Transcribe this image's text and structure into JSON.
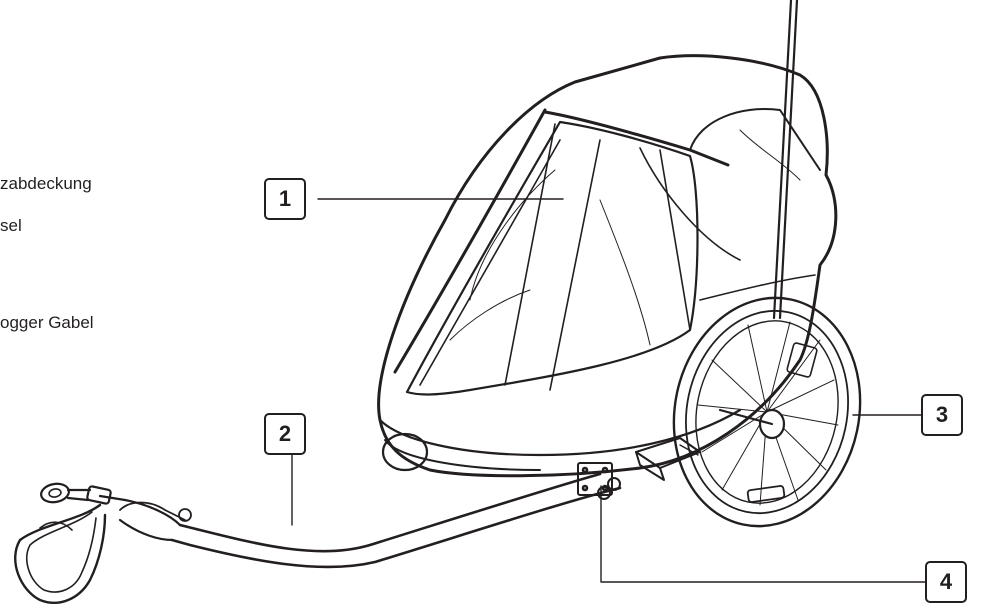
{
  "side_labels": [
    "zabdeckung",
    "sel",
    "ogger Gabel"
  ],
  "callouts": [
    "1",
    "2",
    "3",
    "4"
  ],
  "colors": {
    "ink": "#231f20",
    "background": "#ffffff",
    "shade": "#d9d9d9"
  }
}
